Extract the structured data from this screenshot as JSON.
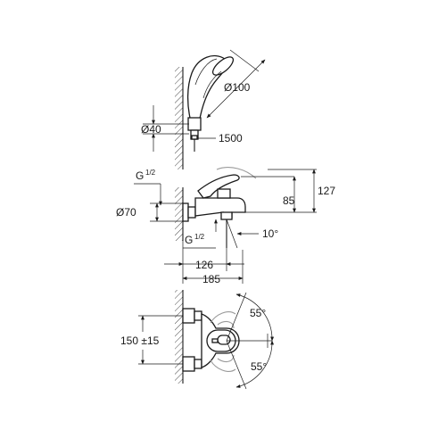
{
  "labels": {
    "dia_head": "Ø100",
    "dia_hose": "Ø40",
    "hose_len": "1500",
    "thread_top_g": "G",
    "thread_top_frac": "1/2",
    "dia_rosette": "Ø70",
    "thread_bot_g": "G",
    "thread_bot_frac": "1/2",
    "spout_angle": "10°",
    "height_85": "85",
    "height_127": "127",
    "depth_126": "126",
    "depth_185": "185",
    "angle_top": "55°",
    "angle_bottom": "55°",
    "centers": "150 ±15"
  }
}
